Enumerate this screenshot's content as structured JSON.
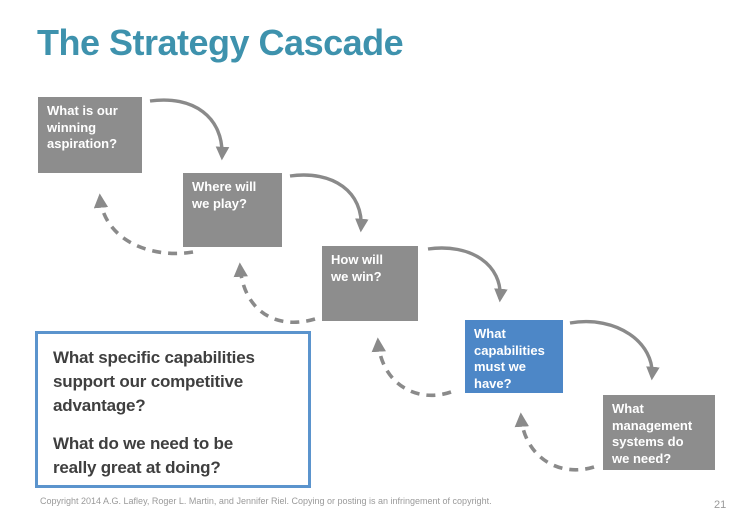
{
  "slide": {
    "title": "The Strategy Cascade",
    "footer": "Copyright 2014 A.G. Lafley, Roger L. Martin, and Jennifer Riel. Copying or posting is an infringement of copyright.",
    "page_number": "21"
  },
  "cascade": {
    "boxes": [
      {
        "id": "winning-aspiration",
        "label": "What is our\nwinning\naspiration?",
        "highlighted": false
      },
      {
        "id": "where-to-play",
        "label": "Where will\nwe play?",
        "highlighted": false
      },
      {
        "id": "how-to-win",
        "label": "How will\nwe win?",
        "highlighted": false
      },
      {
        "id": "capabilities",
        "label": "What\ncapabilities\nmust we\nhave?",
        "highlighted": true
      },
      {
        "id": "management-systems",
        "label": "What\nmanagement\nsystems do\nwe need?",
        "highlighted": false
      }
    ],
    "flow": "forward arrows solid, feedback arrows dashed"
  },
  "callout": {
    "paragraph1": "What specific capabilities\nsupport our competitive\nadvantage?",
    "paragraph2": "What do we need to be\nreally great at doing?"
  },
  "colors": {
    "title_teal": "#3e92ad",
    "box_gray": "#8d8d8d",
    "box_blue": "#4d87c7",
    "box_text": "#ffffff",
    "arrow_gray": "#8a8a8a",
    "callout_border": "#5b94cd",
    "callout_text": "#3f3f3f",
    "footer_gray": "#9a9a9a"
  }
}
